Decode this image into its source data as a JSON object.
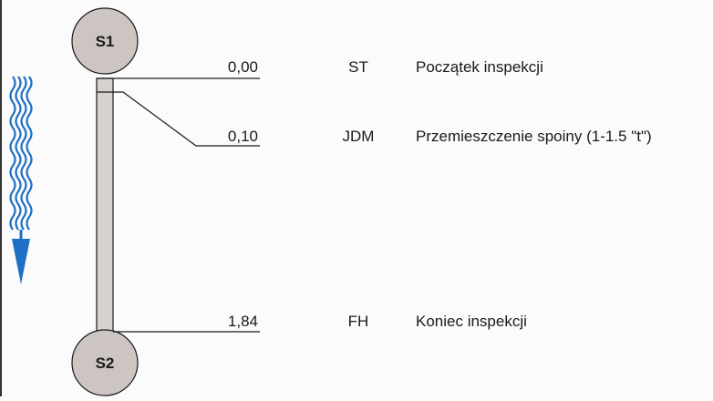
{
  "diagram": {
    "nodes": {
      "start": {
        "label": "S1"
      },
      "end": {
        "label": "S2"
      }
    },
    "events": [
      {
        "distance": "0,00",
        "code": "ST",
        "description": "Początek inspekcji"
      },
      {
        "distance": "0,10",
        "code": "JDM",
        "description": "Przemieszczenie spoiny (1-1.5 \"t\")"
      },
      {
        "distance": "1,84",
        "code": "FH",
        "description": "Koniec inspekcji"
      }
    ],
    "colors": {
      "node_fill": "#cdc5c2",
      "pipe_fill": "#d8d1ce",
      "flow_arrow": "#1f6fc4",
      "line": "#1a1a1a"
    },
    "icons": {
      "flow": "wavy-flow-arrow-down"
    }
  }
}
